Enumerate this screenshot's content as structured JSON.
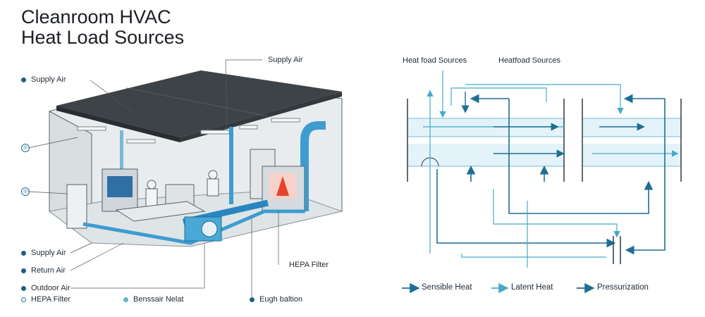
{
  "title": {
    "line1": "Cleanroom HVAC",
    "line2": "Heat Load Sources"
  },
  "left_labels": {
    "supply_air_top": "Supply Air",
    "supply_air_left": "Supply Air",
    "icon_a": "◎",
    "icon_b": "◎",
    "supply_air_bottom": "Supply Air",
    "return_air": "Return Air",
    "outdoor_air": "Outdoor Air",
    "hepa_filter_left": "HEPA Filter",
    "bensair_nelat": "Benssair Nelat",
    "eugh_baltion": "Eugh baltion",
    "hepa_filter_right": "HEPA Filter"
  },
  "right_labels": {
    "heat_load_1": "Heat foad Sources",
    "heat_load_2": "Heatfoad Sources"
  },
  "legend": [
    {
      "label": "Sensible Heat",
      "color": "#1d6f93"
    },
    {
      "label": "Latent Heat",
      "color": "#46a9c9"
    },
    {
      "label": "Pressurization",
      "color": "#235b82"
    }
  ],
  "colors": {
    "duct_blue": "#3e9cd0",
    "dark_blue": "#1d6f93",
    "light_blue": "#9fd3e6",
    "roof": "#3e4348",
    "heat": "#e8432c"
  }
}
